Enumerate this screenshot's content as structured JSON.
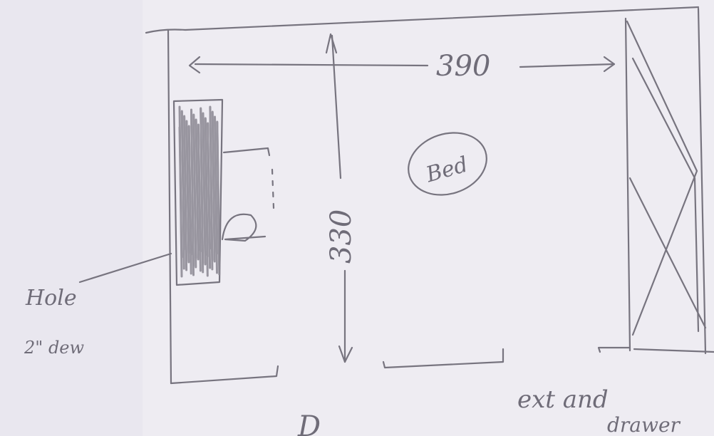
{
  "colors": {
    "paper": "#eeecf2",
    "pencil": "#77747f",
    "shading": "#8a8791"
  },
  "sketch": {
    "width_dimension": "390",
    "depth_dimension": "330",
    "room_label": "Bed",
    "hole_label": "Hole",
    "hole_note": "2\" dew",
    "cabinet_label": "ext and",
    "cabinet_label_2": "drawer",
    "bottom_mark": "D"
  }
}
